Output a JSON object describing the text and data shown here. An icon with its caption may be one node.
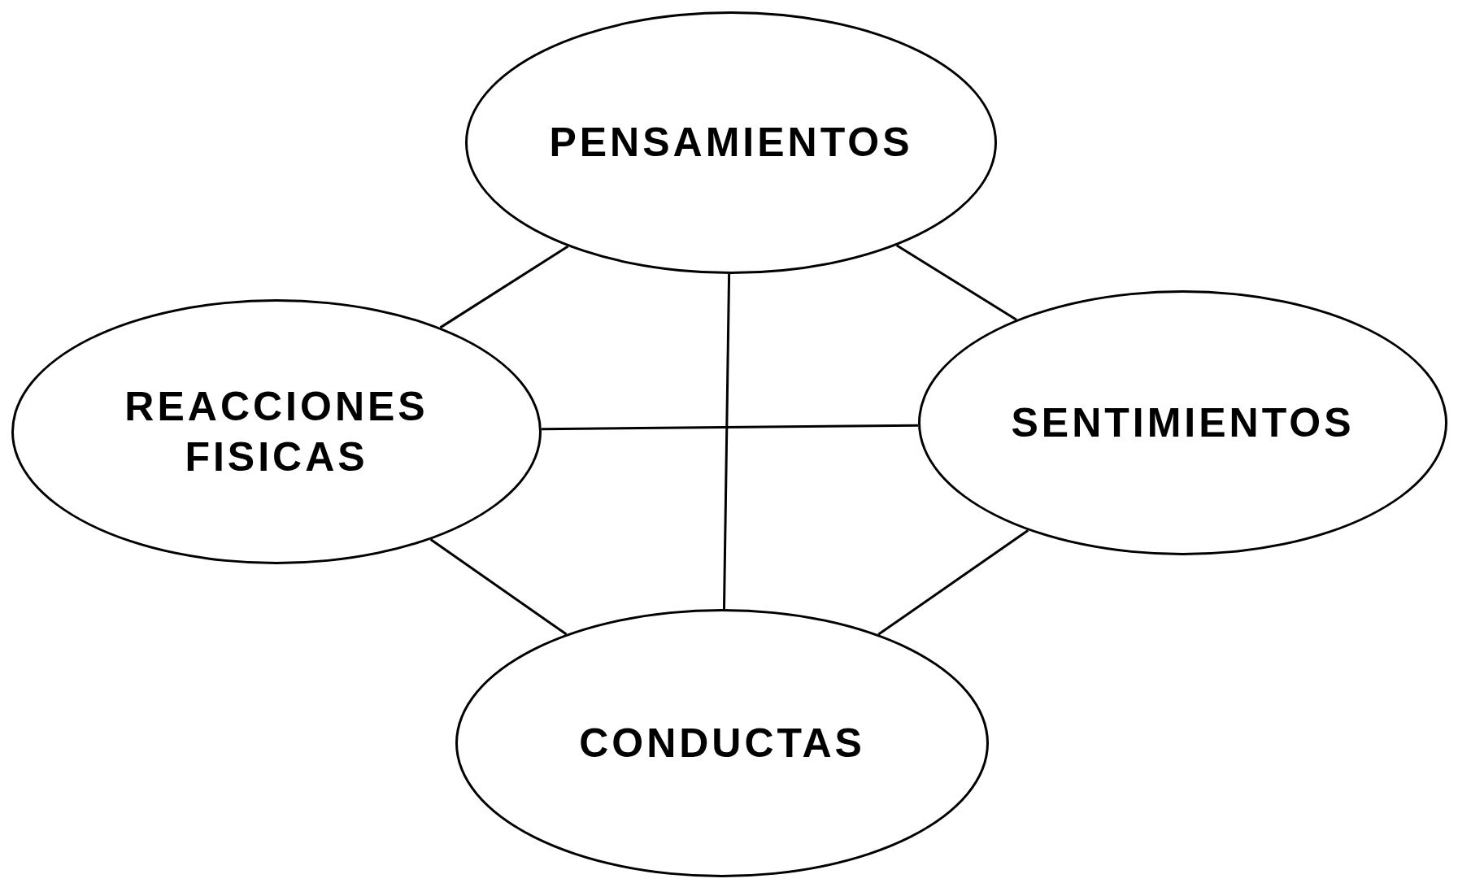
{
  "diagram": {
    "nodes": [
      {
        "text": [
          "PENSAMIENTOS"
        ]
      },
      {
        "text": [
          "REACCIONES FISICAS"
        ]
      },
      {
        "text": [
          "SENTIMIENTOS"
        ]
      },
      {
        "text": [
          "CONDUCTAS"
        ]
      }
    ],
    "edges": [
      {
        "from": 0,
        "to": 1,
        "arrow": "none"
      },
      {
        "from": 0,
        "to": 2,
        "arrow": "none"
      },
      {
        "from": 0,
        "to": 3,
        "arrow": "none"
      },
      {
        "from": 1,
        "to": 2,
        "arrow": "none"
      },
      {
        "from": 1,
        "to": 3,
        "arrow": "none"
      },
      {
        "from": 2,
        "to": 3,
        "arrow": "none"
      }
    ]
  }
}
